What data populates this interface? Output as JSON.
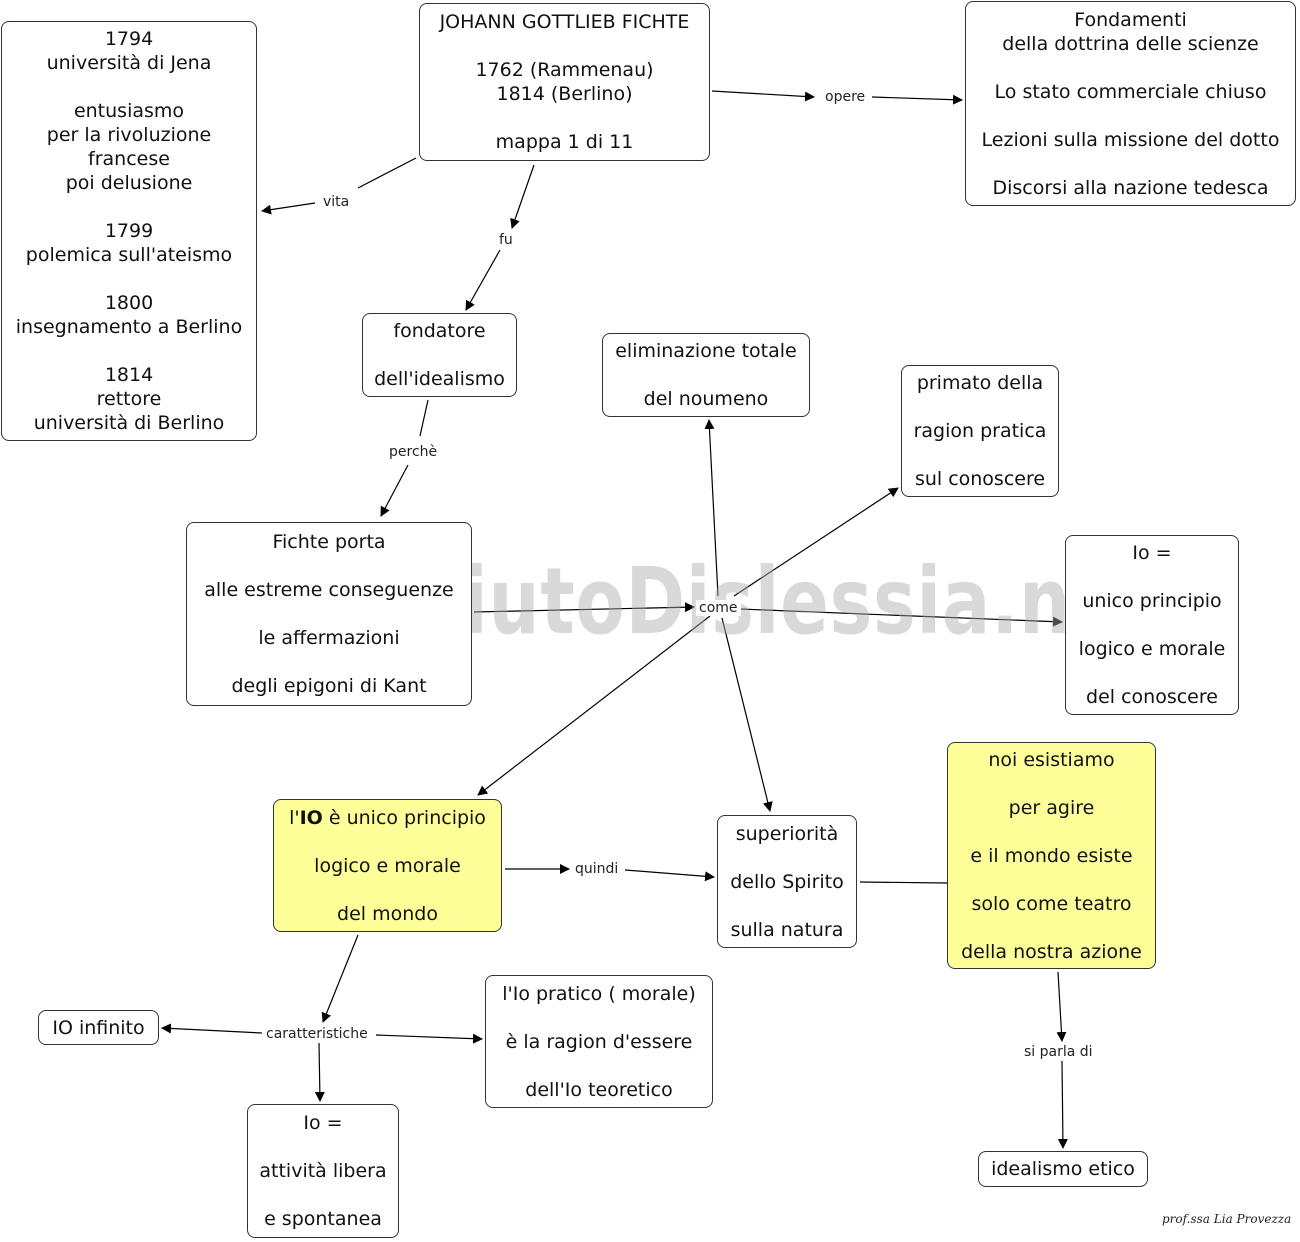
{
  "nodes": {
    "fichte": "JOHANN GOTTLIEB FICHTE\n\n1762 (Rammenau)\n1814 (Berlino)\n\nmappa 1 di 11",
    "vita": "1794\nuniversità di Jena\n\nentusiasmo\nper la rivoluzione\nfrancese\npoi delusione\n\n1799\npolemica sull'ateismo\n\n1800\ninsegnamento a Berlino\n\n1814\nrettore\nuniversità di Berlino",
    "opere": "Fondamenti\ndella dottrina delle scienze\n\nLo stato commerciale chiuso\n\nLezioni sulla missione del dotto\n\nDiscorsi alla nazione tedesca",
    "fondatore": "fondatore\n\ndell'idealismo",
    "eliminazione": "eliminazione totale\n\ndel noumeno",
    "primato": "primato della\n\nragion pratica\n\nsul conoscere",
    "estreme": "Fichte porta\n\nalle estreme  conseguenze\n\nle affermazioni\n\ndegli epigoni di Kant",
    "io_unico": "Io =\n\nunico principio\n\nlogico e morale\n\ndel conoscere",
    "io_mondo_pre": "l'",
    "io_mondo_bold": "IO",
    "io_mondo_post": " è unico principio\n\nlogico e morale\n\ndel mondo",
    "superiorita": "superiorità\n\ndello Spirito\n\nsulla natura",
    "noi": "noi esistiamo\n\nper agire\n\ne il mondo esiste\n\nsolo come teatro\n\ndella nostra azione",
    "io_infinito": "IO infinito",
    "io_pratico": "l'Io pratico ( morale)\n\nè la ragion d'essere\n\ndell'Io teoretico",
    "io_attivita": "Io =\n\nattività libera\n\ne spontanea",
    "idealismo_etico": "idealismo etico"
  },
  "labels": {
    "vita": "vita",
    "opere": "opere",
    "fu": "fu",
    "perche": "perchè",
    "come": "come",
    "quindi": "quindi",
    "caratteristiche": "caratteristiche",
    "si_parla_di": "si parla di"
  },
  "watermark": "By AiutoDislessia.net",
  "signature": "prof.ssa Lia Provezza",
  "colors": {
    "highlight": "#ffff99",
    "border": "#333333",
    "line": "#000000"
  }
}
